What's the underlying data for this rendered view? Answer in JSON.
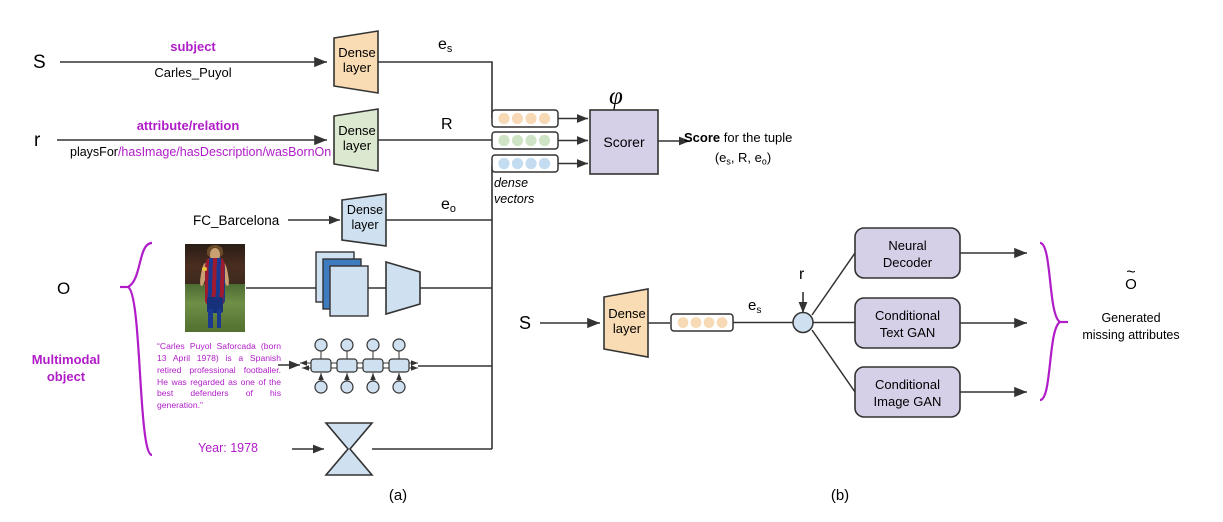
{
  "figure": {
    "caption_a": "(a)",
    "caption_b": "(b)"
  },
  "panel_a": {
    "inputs": {
      "subject_symbol": "S",
      "relation_symbol": "r",
      "object_symbol": "O"
    },
    "edges": {
      "subject_label": "subject",
      "subject_value": "Carles_Puyol",
      "relation_label": "attribute/relation",
      "relation_value_black": "playsFor",
      "relation_value_purple": "/hasImage/hasDescription/wasBornOn"
    },
    "encoders": {
      "dense_line1": "Dense",
      "dense_line2": "layer",
      "subject_encoder_color": "#fadcb4",
      "relation_encoder_color": "#dbe9d0",
      "object_encoder_color": "#cfe0f0"
    },
    "embeddings": {
      "subject_embedding": "e",
      "subject_embedding_sub": "s",
      "relation_embedding": "R",
      "object_embedding": "e",
      "object_embedding_sub": "o",
      "dense_vectors_line1": "dense",
      "dense_vectors_line2": "vectors",
      "vector_colors": [
        "#f7d9b5",
        "#cfe4c4",
        "#c3dcf0"
      ]
    },
    "scorer": {
      "phi": "φ",
      "label": "Scorer",
      "box_color": "#d5cfe8",
      "output_bold": "Score",
      "output_rest": " for the tuple",
      "output_tuple_open": "(e",
      "output_tuple_s": "s",
      "output_tuple_mid": ", R, e",
      "output_tuple_o": "o",
      "output_tuple_close": ")"
    },
    "multimodal": {
      "bracket_label_line1": "Multimodal",
      "bracket_label_line2": "object",
      "structured_value": "FC_Barcelona",
      "description": "“Carles Puyol Saforcada (born 13 April 1978) is a Spanish retired professional footballer. He was regarded as one of the best defenders of his generation.”",
      "numeric_value": "Year: 1978",
      "image_alt": "carles-puyol-photo"
    }
  },
  "panel_b": {
    "subject_symbol": "S",
    "relation_symbol": "r",
    "dense_line1": "Dense",
    "dense_line2": "layer",
    "dense_color": "#fadcb4",
    "embedding": "e",
    "embedding_sub": "s",
    "vector_color": "#f7d9b5",
    "generators": [
      {
        "line1": "Neural",
        "line2": "Decoder"
      },
      {
        "line1": "Conditional",
        "line2": "Text GAN"
      },
      {
        "line1": "Conditional",
        "line2": "Image GAN"
      }
    ],
    "generator_color": "#d5cfe8",
    "output_symbol": "O",
    "output_tilde": "~",
    "output_line1": "Generated",
    "output_line2": "missing attributes"
  },
  "colors": {
    "purple": "#b01cc8",
    "stroke": "#333333",
    "text": "#000000"
  }
}
